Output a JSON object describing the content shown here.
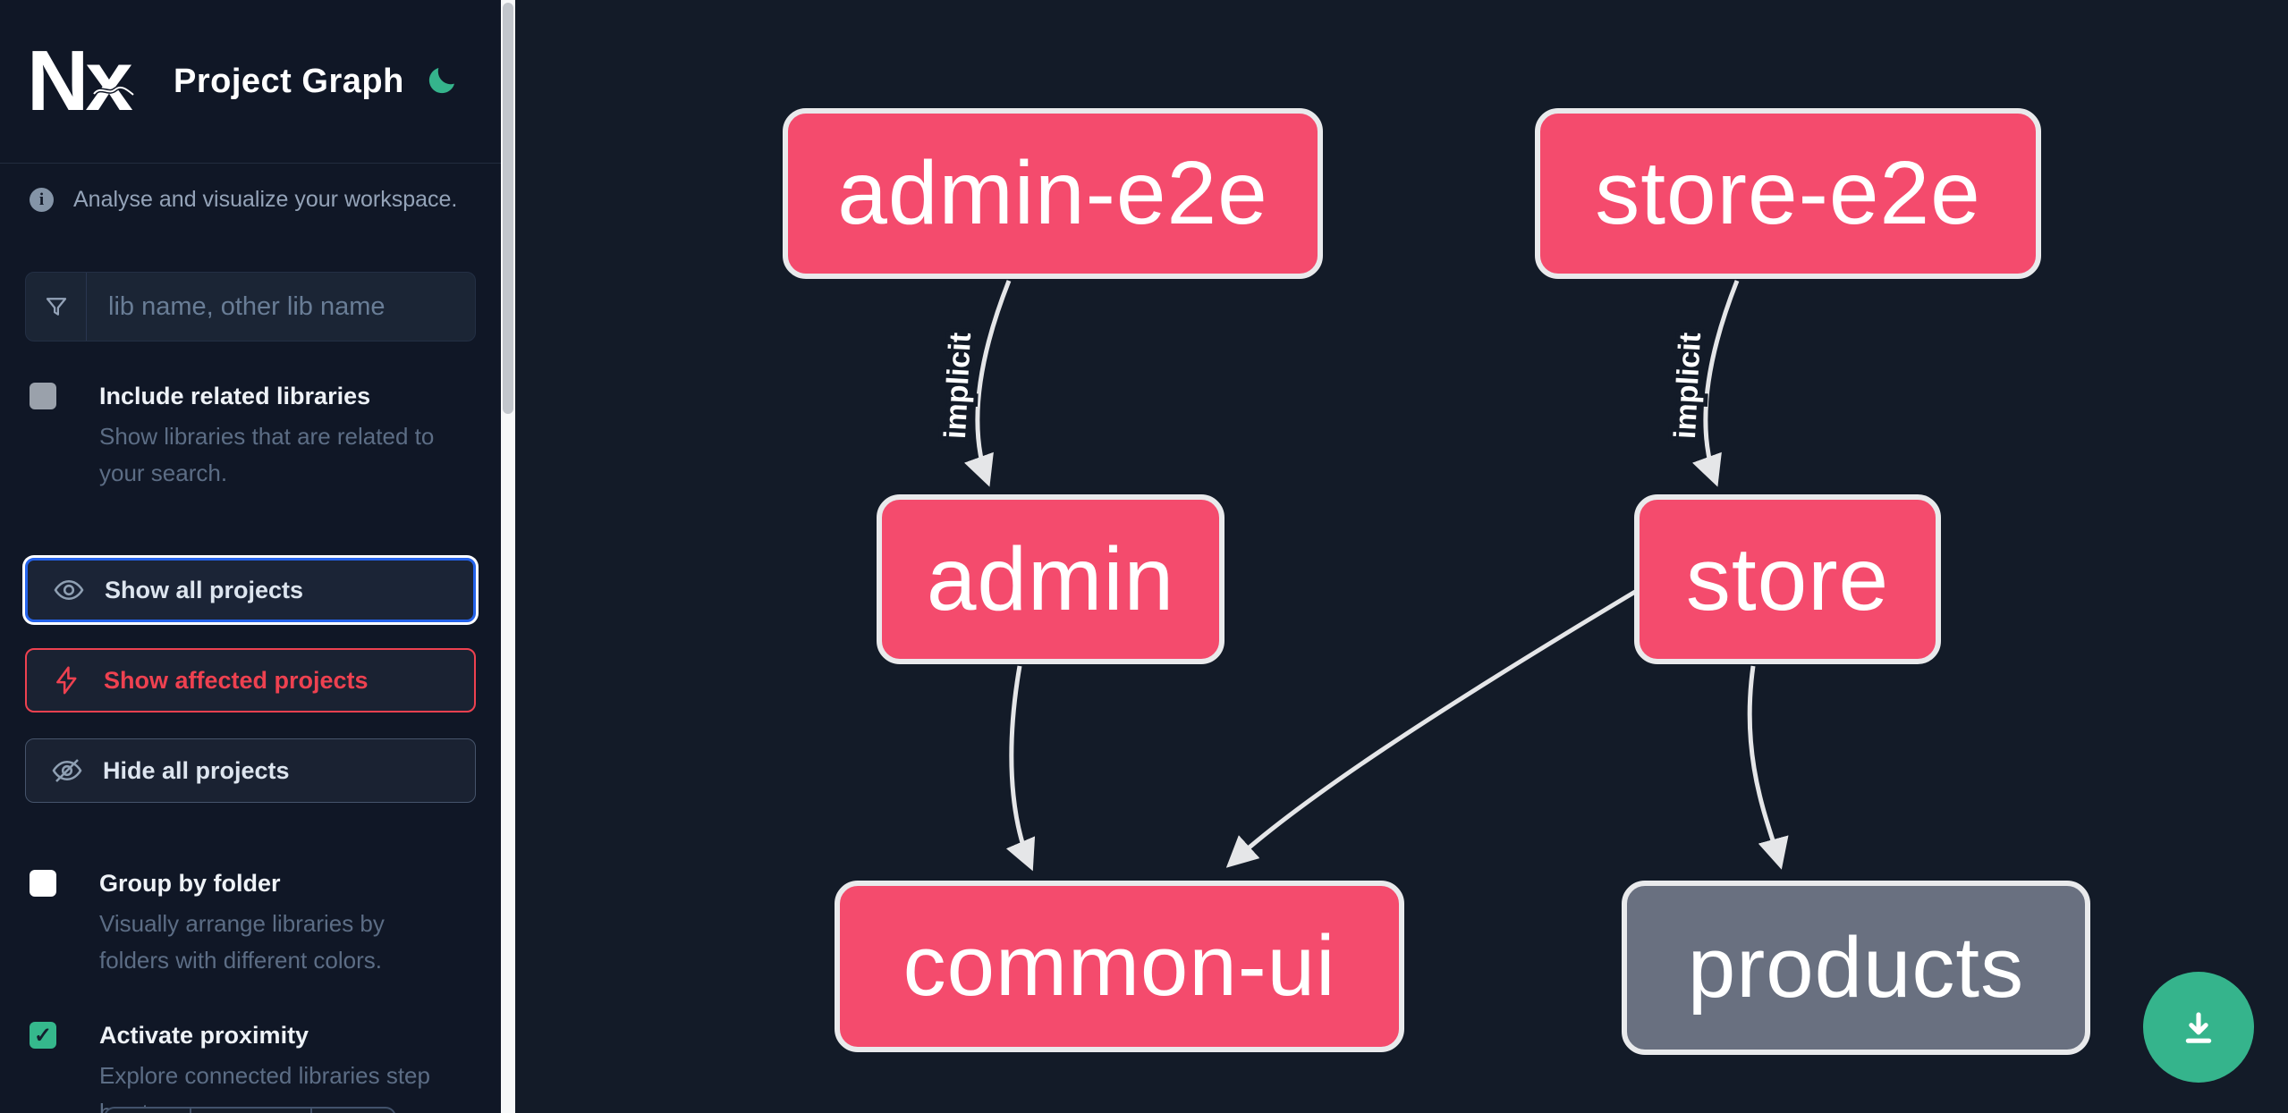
{
  "header": {
    "title": "Project Graph",
    "logo": "Nx",
    "theme_icon": "moon"
  },
  "sidebar": {
    "tagline": "Analyse and visualize your workspace.",
    "search": {
      "placeholder": "lib name, other lib name",
      "value": ""
    },
    "checkboxes": [
      {
        "label": "Include related libraries",
        "description": "Show libraries that are related to your search.",
        "checked": false
      },
      {
        "label": "Group by folder",
        "description": "Visually arrange libraries by folders with different colors.",
        "checked": false
      },
      {
        "label": "Activate proximity",
        "description": "Explore connected libraries step by step.",
        "checked": true
      }
    ],
    "buttons": [
      {
        "label": "Show all projects",
        "icon": "eye-icon",
        "state": "focused"
      },
      {
        "label": "Show affected projects",
        "icon": "bolt-icon",
        "state": "affected"
      },
      {
        "label": "Hide all projects",
        "icon": "eye-off-icon",
        "state": "default"
      }
    ]
  },
  "graph": {
    "nodes": [
      {
        "id": "admin-e2e",
        "label": "admin-e2e",
        "type": "e2e-app",
        "color": "#f44b6d"
      },
      {
        "id": "store-e2e",
        "label": "store-e2e",
        "type": "e2e-app",
        "color": "#f44b6d"
      },
      {
        "id": "admin",
        "label": "admin",
        "type": "app",
        "color": "#f44b6d"
      },
      {
        "id": "store",
        "label": "store",
        "type": "app",
        "color": "#f44b6d"
      },
      {
        "id": "common-ui",
        "label": "common-ui",
        "type": "lib",
        "color": "#f44b6d"
      },
      {
        "id": "products",
        "label": "products",
        "type": "lib",
        "color": "#697080"
      }
    ],
    "edges": [
      {
        "from": "admin-e2e",
        "to": "admin",
        "label": "implicit"
      },
      {
        "from": "store-e2e",
        "to": "store",
        "label": "implicit"
      },
      {
        "from": "admin",
        "to": "common-ui",
        "label": ""
      },
      {
        "from": "store",
        "to": "common-ui",
        "label": ""
      },
      {
        "from": "store",
        "to": "products",
        "label": ""
      }
    ]
  },
  "fab": {
    "icon": "download"
  },
  "colors": {
    "node_pink": "#f44b6d",
    "node_gray": "#697080",
    "node_border": "#e9eaec",
    "edge": "#e5e6e8",
    "accent_green": "#35b48c",
    "focus_blue": "#2563eb",
    "danger_red": "#ee4150",
    "sidebar_bg": "#101726",
    "graph_bg": "#131b28"
  }
}
